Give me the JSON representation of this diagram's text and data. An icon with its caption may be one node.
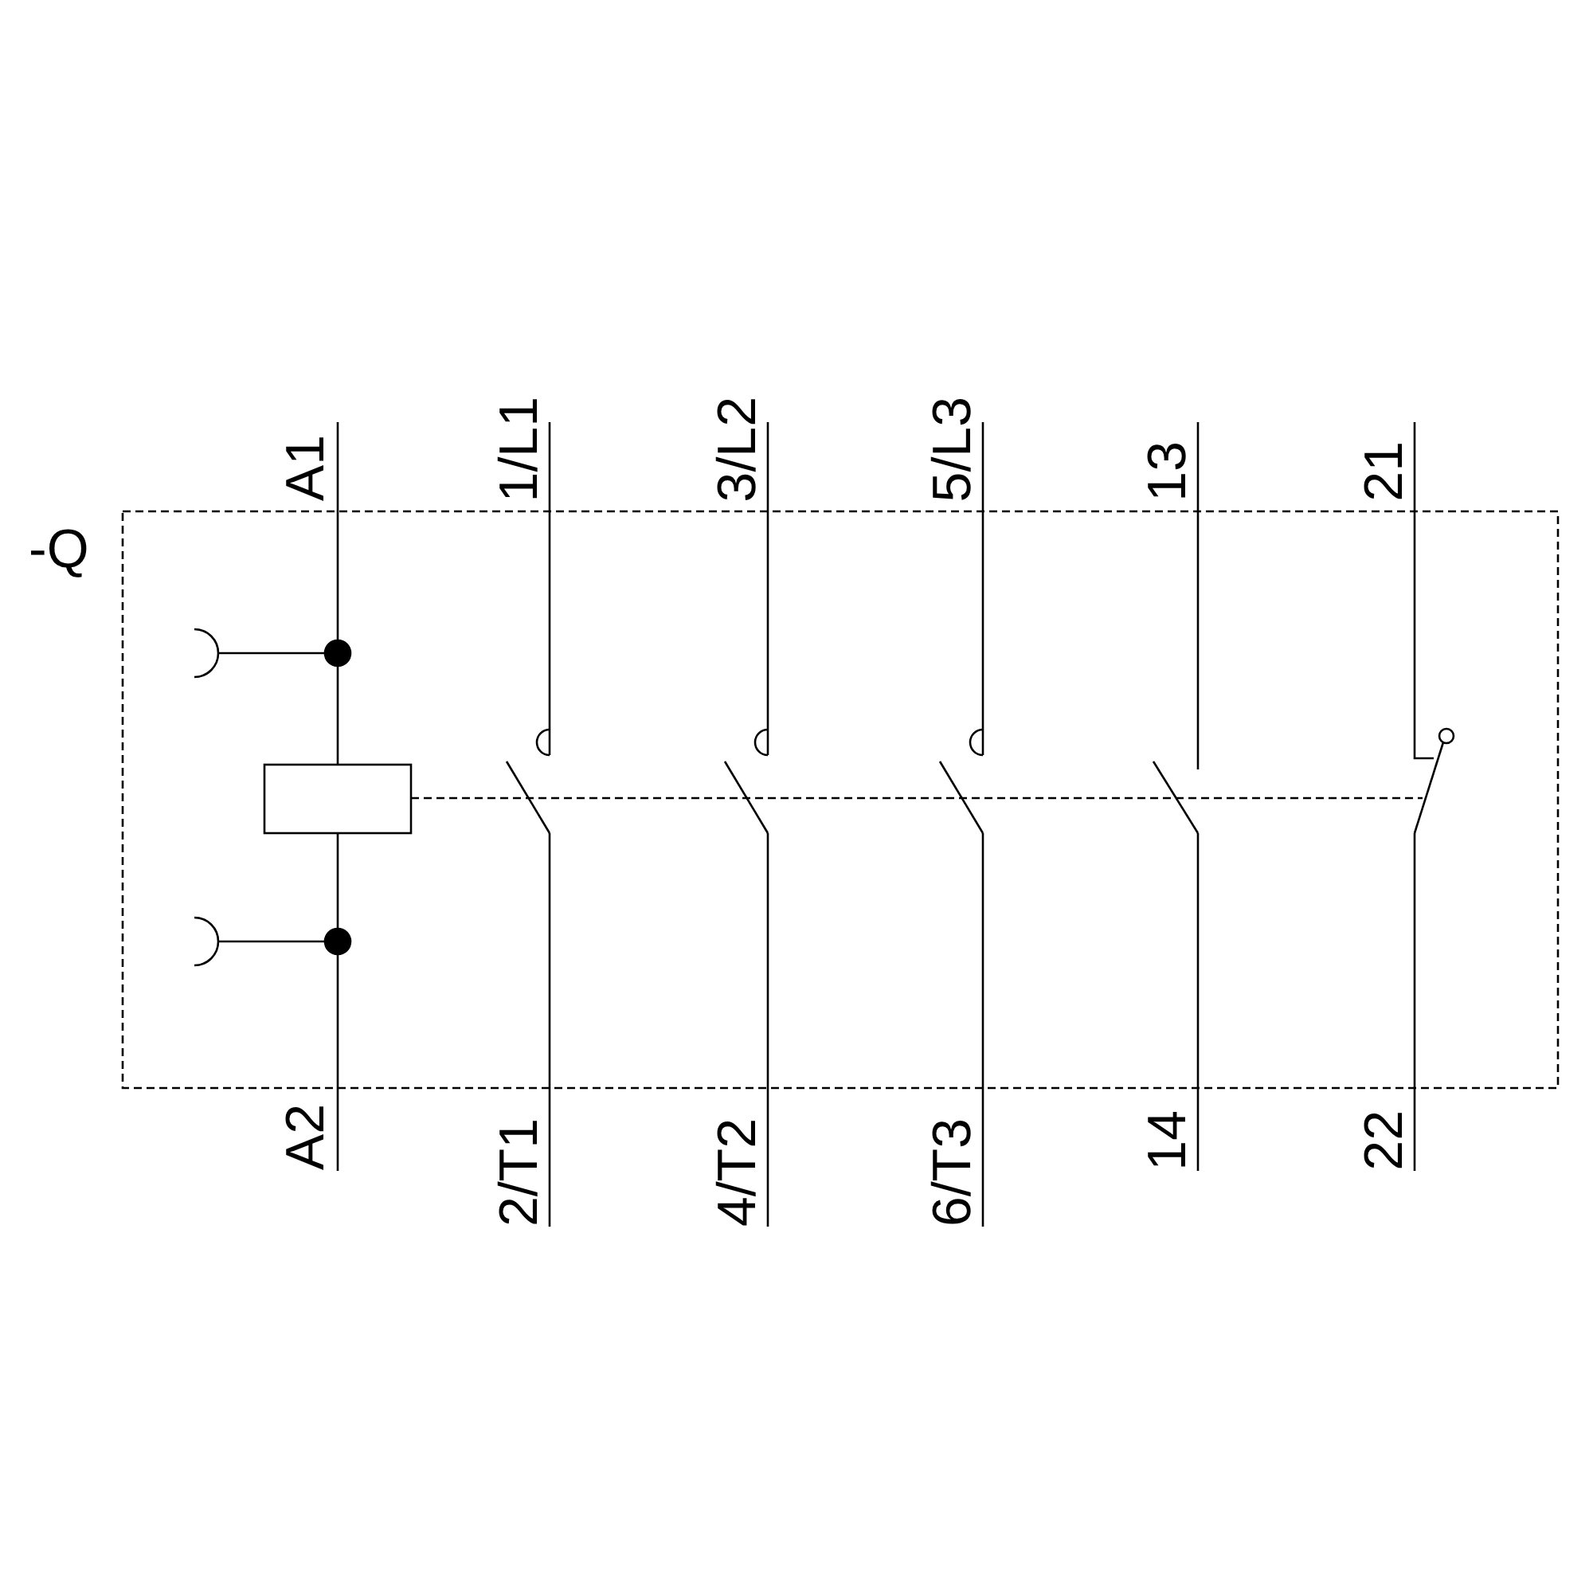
{
  "diagram": {
    "labels": [
      "-Q",
      "A1",
      "1/L1",
      "3/L2",
      "5/L3",
      "13",
      "21",
      "A2",
      "2/T1",
      "4/T2",
      "6/T3",
      "14",
      "22"
    ]
  }
}
